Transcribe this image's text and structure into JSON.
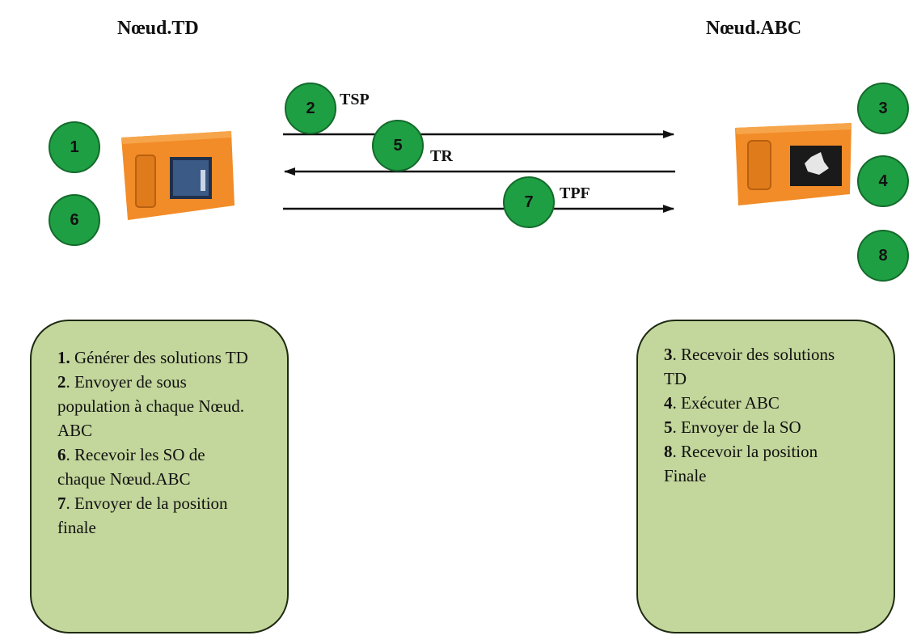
{
  "titles": {
    "left_node": "Nœud.TD",
    "right_node": "Nœud.ABC"
  },
  "circles": {
    "c1": "1",
    "c2": "2",
    "c3": "3",
    "c4": "4",
    "c5": "5",
    "c6": "6",
    "c7": "7",
    "c8": "8"
  },
  "arrow_labels": {
    "tsp": "TSP",
    "tr": "TR",
    "tpf": "TPF"
  },
  "colors": {
    "circle_fill": "#1f9f43",
    "panel_fill": "#c3d69b",
    "device_orange": "#f28c28"
  },
  "icons": {
    "device_left": "sensor-node-device",
    "device_right": "sensor-node-device"
  },
  "left_panel": {
    "steps": [
      {
        "num": "1.",
        "text": " Générer des solutions TD"
      },
      {
        "num": "2",
        "text": ". Envoyer de sous population à chaque Nœud. ABC"
      },
      {
        "num": "6",
        "text": ". Recevoir les SO de chaque Nœud.ABC"
      },
      {
        "num": "7",
        "text": ". Envoyer de la position finale"
      }
    ]
  },
  "right_panel": {
    "steps": [
      {
        "num": "3",
        "text": ". Recevoir des solutions TD"
      },
      {
        "num": "4",
        "text": ". Exécuter ABC"
      },
      {
        "num": "5",
        "text": ". Envoyer de la SO"
      },
      {
        "num": "8",
        "text": ". Recevoir la position Finale"
      }
    ]
  }
}
